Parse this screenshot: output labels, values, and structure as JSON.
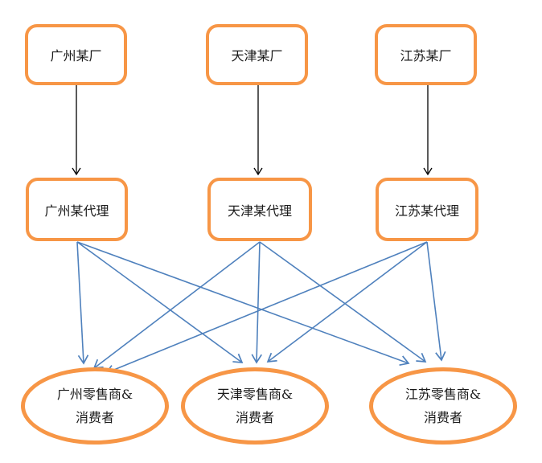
{
  "diagram": {
    "colors": {
      "node_border": "#F79646",
      "direct_arrow": "#000000",
      "distribution_arrow": "#4F81BD",
      "background": "#FFFFFF",
      "text": "#1A1A1A"
    },
    "factories": [
      {
        "label": "广州某厂"
      },
      {
        "label": "天津某厂"
      },
      {
        "label": "江苏某厂"
      }
    ],
    "agents": [
      {
        "label": "广州某代理"
      },
      {
        "label": "天津某代理"
      },
      {
        "label": "江苏某代理"
      }
    ],
    "retailers": [
      {
        "label_line1": "广州零售商&",
        "label_line2": "消费者"
      },
      {
        "label_line1": "天津零售商&",
        "label_line2": "消费者"
      },
      {
        "label_line1": "江苏零售商&",
        "label_line2": "消费者"
      }
    ],
    "edges": {
      "factory_to_agent": [
        [
          0,
          0
        ],
        [
          1,
          1
        ],
        [
          2,
          2
        ]
      ],
      "agent_to_retailer": [
        [
          0,
          0
        ],
        [
          0,
          1
        ],
        [
          0,
          2
        ],
        [
          1,
          0
        ],
        [
          1,
          1
        ],
        [
          1,
          2
        ],
        [
          2,
          0
        ],
        [
          2,
          1
        ],
        [
          2,
          2
        ]
      ]
    }
  }
}
